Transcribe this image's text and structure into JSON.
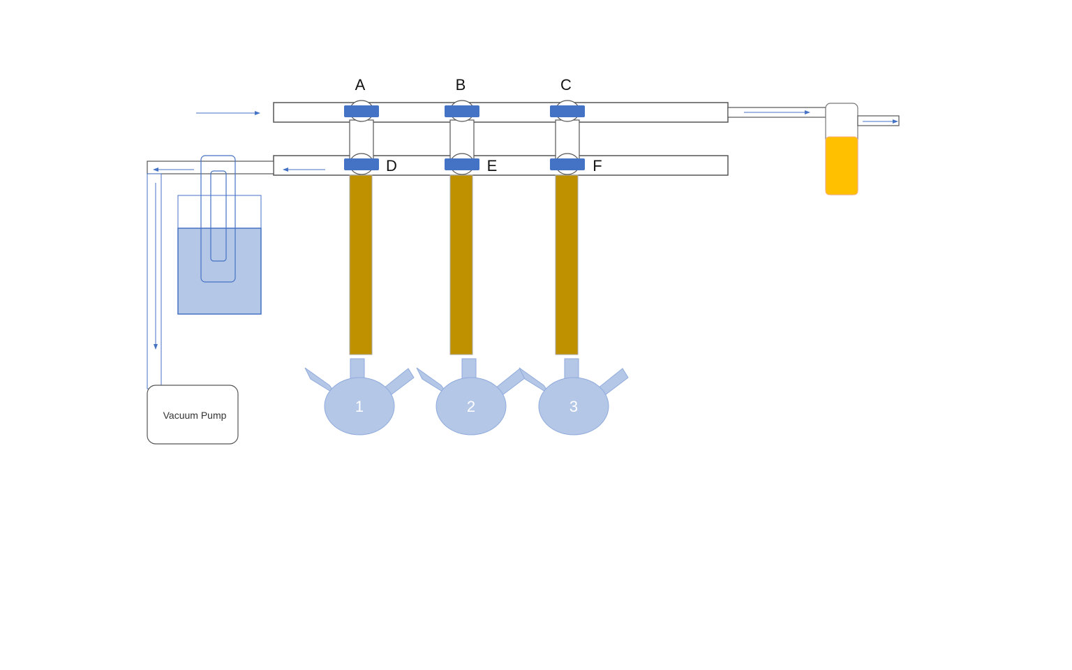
{
  "valves_top": [
    {
      "label": "A"
    },
    {
      "label": "B"
    },
    {
      "label": "C"
    }
  ],
  "valves_bottom": [
    {
      "label": "D"
    },
    {
      "label": "E"
    },
    {
      "label": "F"
    }
  ],
  "flasks": [
    {
      "label": "1"
    },
    {
      "label": "2"
    },
    {
      "label": "3"
    }
  ],
  "pump": {
    "label": "Vacuum Pump"
  },
  "colors": {
    "tube_outline": "#555555",
    "valve": "#4472c4",
    "arrow": "#4472c4",
    "column": "#bf9000",
    "flask": "#b4c7e7",
    "flask_outline": "#8faadc",
    "trap_liquid": "#b4c7e7",
    "bubbler_liquid": "#ffc000"
  }
}
